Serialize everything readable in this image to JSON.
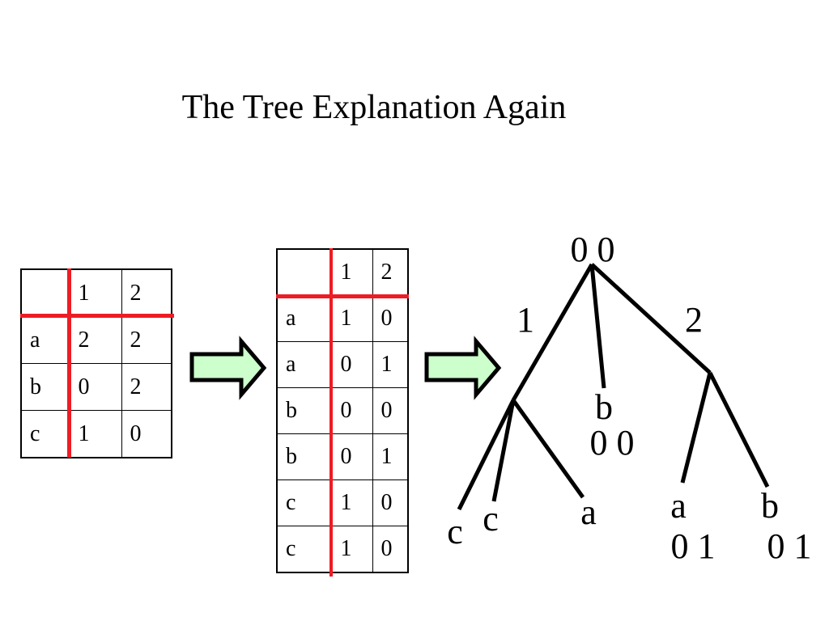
{
  "title": "The Tree Explanation Again",
  "table1": {
    "header": [
      "",
      "1",
      "2"
    ],
    "rows": [
      [
        "a",
        "2",
        "2"
      ],
      [
        "b",
        "0",
        "2"
      ],
      [
        "c",
        "1",
        "0"
      ]
    ]
  },
  "table2": {
    "header": [
      "",
      "1",
      "2"
    ],
    "rows": [
      [
        "a",
        "1",
        "0"
      ],
      [
        "a",
        "0",
        "1"
      ],
      [
        "b",
        "0",
        "0"
      ],
      [
        "b",
        "0",
        "1"
      ],
      [
        "c",
        "1",
        "0"
      ],
      [
        "c",
        "1",
        "0"
      ]
    ]
  },
  "tree": {
    "root": "0 0",
    "edge_left": "1",
    "edge_right": "2",
    "mid_leaf_label": "b",
    "mid_leaf_value": "0 0",
    "leaf_c1": "c",
    "leaf_c2": "c",
    "leaf_a_left": "a",
    "leaf_a_right": "a",
    "leaf_a_right_value": "0 1",
    "leaf_b_right": "b",
    "leaf_b_right_value": "0 1"
  },
  "colors": {
    "divider": "#ee1c24",
    "arrow_fill": "#ccffcc",
    "line": "#000000"
  }
}
